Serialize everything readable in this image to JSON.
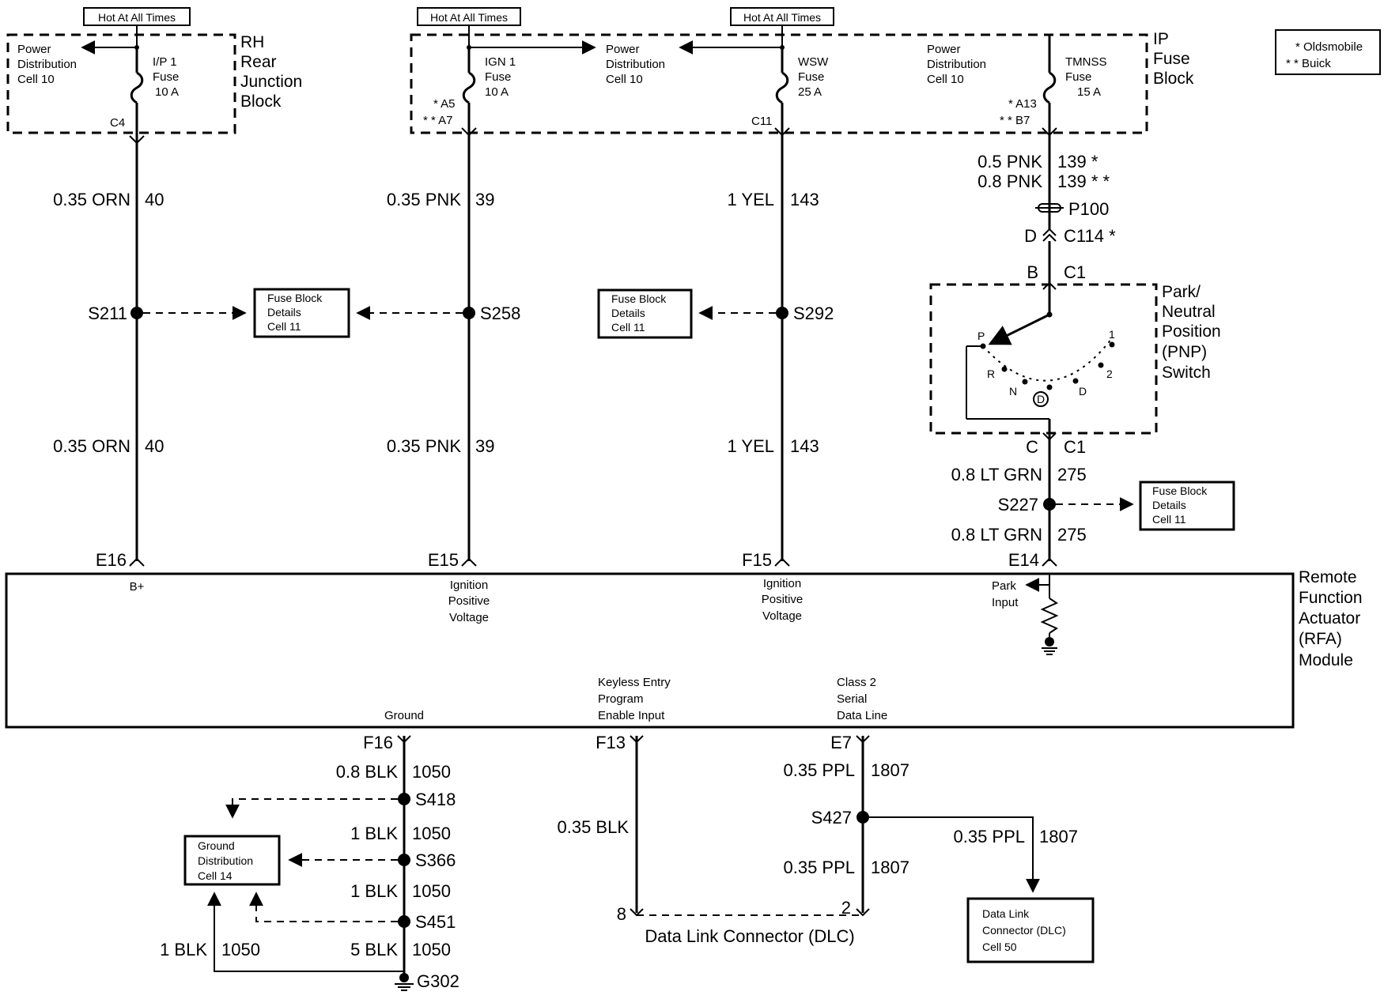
{
  "hot_label": "Hot At All Times",
  "legend": {
    "olds": "* Oldsmobile",
    "buick": "* * Buick"
  },
  "rh_block": {
    "title": [
      "RH",
      "Rear",
      "Junction",
      "Block"
    ],
    "pdc": [
      "Power",
      "Distribution",
      "Cell 10"
    ],
    "fuse": [
      "I/P 1",
      "Fuse",
      "10 A"
    ],
    "conn": "C4"
  },
  "ip_block": {
    "title": [
      "IP",
      "Fuse",
      "Block"
    ],
    "ign_fuse": [
      "IGN 1",
      "Fuse",
      "10 A"
    ],
    "ign_pins": [
      "* A5",
      "* * A7"
    ],
    "pdc_a": [
      "Power",
      "Distribution",
      "Cell 10"
    ],
    "wsw_fuse": [
      "WSW",
      "Fuse",
      "25 A"
    ],
    "wsw_conn": "C11",
    "pdc_b": [
      "Power",
      "Distribution",
      "Cell 10"
    ],
    "tmnss_fuse": [
      "TMNSS",
      "Fuse",
      "15 A"
    ],
    "tmnss_pins": [
      "* A13",
      "* * B7"
    ]
  },
  "wires": {
    "w40_upper": {
      "gauge": "0.35 ORN",
      "circuit": "40"
    },
    "w40_lower": {
      "gauge": "0.35 ORN",
      "circuit": "40"
    },
    "w39_upper": {
      "gauge": "0.35 PNK",
      "circuit": "39"
    },
    "w39_lower": {
      "gauge": "0.35 PNK",
      "circuit": "39"
    },
    "w143_upper": {
      "gauge": "1 YEL",
      "circuit": "143"
    },
    "w143_lower": {
      "gauge": "1 YEL",
      "circuit": "143"
    },
    "w139_a": {
      "gauge": "0.5 PNK",
      "circuit": "139 *"
    },
    "w139_b": {
      "gauge": "0.8 PNK",
      "circuit": "139 * *"
    },
    "w275_upper": {
      "gauge": "0.8 LT GRN",
      "circuit": "275"
    },
    "w275_lower": {
      "gauge": "0.8 LT GRN",
      "circuit": "275"
    },
    "w1050_a": {
      "gauge": "0.8 BLK",
      "circuit": "1050"
    },
    "w1050_b": {
      "gauge": "1 BLK",
      "circuit": "1050"
    },
    "w1050_c": {
      "gauge": "1 BLK",
      "circuit": "1050"
    },
    "w1050_d": {
      "gauge": "5 BLK",
      "circuit": "1050"
    },
    "w1050_e": {
      "gauge": "1 BLK",
      "circuit": "1050"
    },
    "wblk": {
      "gauge": "0.35 BLK"
    },
    "w1807_a": {
      "gauge": "0.35 PPL",
      "circuit": "1807"
    },
    "w1807_b": {
      "gauge": "0.35 PPL",
      "circuit": "1807"
    },
    "w1807_c": {
      "gauge": "0.35 PPL",
      "circuit": "1807"
    }
  },
  "splices": {
    "s211": "S211",
    "s258": "S258",
    "s292": "S292",
    "s227": "S227",
    "s418": "S418",
    "s366": "S366",
    "s451": "S451",
    "s427": "S427"
  },
  "ref_boxes": {
    "fbd_a": [
      "Fuse Block",
      "Details",
      "Cell 11"
    ],
    "fbd_b": [
      "Fuse Block",
      "Details",
      "Cell 11"
    ],
    "fbd_c": [
      "Fuse Block",
      "Details",
      "Cell 11"
    ],
    "gnd": [
      "Ground",
      "Distribution",
      "Cell 14"
    ],
    "dlc": [
      "Data Link",
      "Connector (DLC)",
      "Cell 50"
    ]
  },
  "connectors": {
    "p100": "P100",
    "c114": "C114 *",
    "c114_pin": "D",
    "c1_top": "C1",
    "c1_top_pin": "B",
    "c1_bot": "C1",
    "c1_bot_pin": "C"
  },
  "pnp": {
    "title": [
      "Park/",
      "Neutral",
      "Position",
      "(PNP)",
      "Switch"
    ],
    "positions": {
      "p": "P",
      "r": "R",
      "n": "N",
      "d_circ": "D",
      "d": "D",
      "two": "2",
      "one": "1"
    }
  },
  "rfa": {
    "title": [
      "Remote",
      "Function",
      "Actuator",
      "(RFA)",
      "Module"
    ],
    "pins_top": {
      "e16": "E16",
      "e15": "E15",
      "f15": "F15",
      "e14": "E14"
    },
    "bplus": "B+",
    "ign_a": [
      "Ignition",
      "Positive",
      "Voltage"
    ],
    "ign_b": [
      "Ignition",
      "Positive",
      "Voltage"
    ],
    "park": [
      "Park",
      "Input"
    ],
    "ground": "Ground",
    "keyless": [
      "Keyless Entry",
      "Program",
      "Enable Input"
    ],
    "class2": [
      "Class 2",
      "Serial",
      "Data Line"
    ],
    "pins_bottom": {
      "f16": "F16",
      "f13": "F13",
      "e7": "E7"
    }
  },
  "dlc": {
    "label": "Data Link Connector (DLC)",
    "pin8": "8",
    "pin2": "2"
  },
  "ground_point": "G302"
}
